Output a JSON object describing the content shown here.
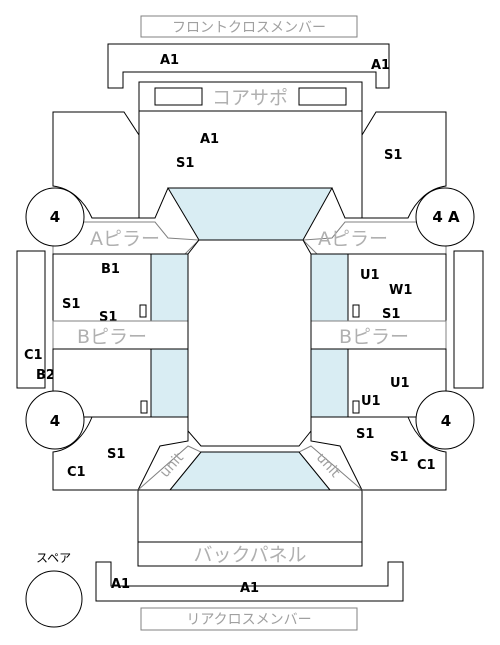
{
  "labels": {
    "front_cross_member": "フロントクロスメンバー",
    "core_support": "コアサポ",
    "a_pillar": "Aピラー",
    "b_pillar": "Bピラー",
    "back_panel": "バックパネル",
    "rear_cross_member": "リアクロスメンバー",
    "spare": "スペア",
    "unit": "unit"
  },
  "codes": {
    "front_cross_member_left": "A1",
    "front_cross_member_right": "A1",
    "core_support": "A1",
    "roof_front": "S1",
    "right_fender": "S1",
    "wheel_front_left": "4",
    "wheel_front_right": "4 A",
    "left_front_door_outer": "B1",
    "left_front_door_s1": "S1",
    "left_front_door_inner_s1": "S1",
    "right_front_door_u1": "U1",
    "right_front_door_w1": "W1",
    "right_front_door_s1": "S1",
    "left_side_c1": "C1",
    "left_side_b2": "B2",
    "right_rear_door_u1": "U1",
    "right_rear_door_u1_inner": "U1",
    "wheel_rear_left": "4",
    "wheel_rear_right": "4",
    "left_quarter_s1": "S1",
    "left_quarter_c1": "C1",
    "right_quarter_s1_upper": "S1",
    "right_quarter_s1_lower": "S1",
    "right_quarter_c1": "C1",
    "rear_member_left": "A1",
    "rear_member_center": "A1"
  }
}
